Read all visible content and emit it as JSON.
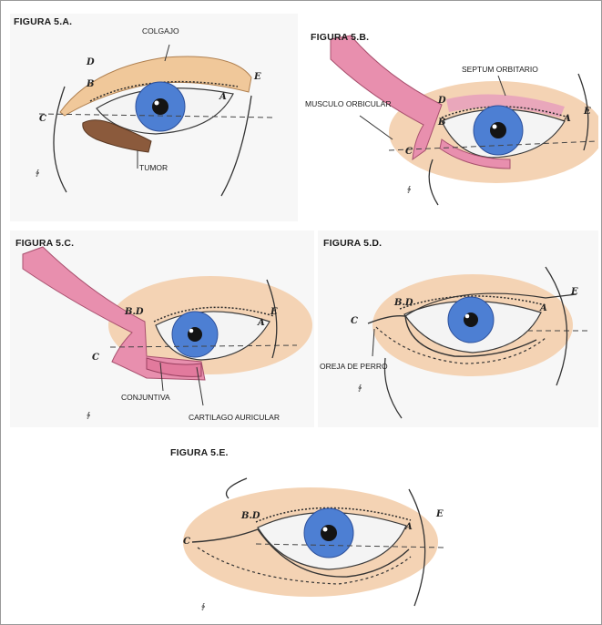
{
  "panels": {
    "a": {
      "title": "FIGURA 5.A.",
      "labels": {
        "flap": "COLGAJO",
        "tumor": "TUMOR"
      },
      "points": {
        "d": "D",
        "b": "B",
        "c": "C",
        "e": "E",
        "a": "A"
      }
    },
    "b": {
      "title": "FIGURA 5.B.",
      "labels": {
        "septum": "SEPTUM ORBITARIO",
        "muscle": "MUSCULO ORBICULAR"
      },
      "points": {
        "d": "D",
        "b": "B",
        "c": "C",
        "e": "E",
        "a": "A"
      }
    },
    "c": {
      "title": "FIGURA 5.C.",
      "labels": {
        "conjunctiva": "CONJUNTIVA",
        "cartilage": "CARTILAGO AURICULAR"
      },
      "points": {
        "bd": "B.D",
        "c": "C",
        "e": "E",
        "a": "A"
      }
    },
    "d": {
      "title": "FIGURA 5.D.",
      "labels": {
        "dogear": "OREJA DE PERRO"
      },
      "points": {
        "bd": "B.D",
        "c": "C",
        "e": "E",
        "a": "A"
      }
    },
    "e": {
      "title": "FIGURA 5.E.",
      "points": {
        "bd": "B.D",
        "c": "C",
        "e": "E",
        "a": "A"
      }
    }
  },
  "colors": {
    "skin": "#f4d3b4",
    "flap": "#f0c89a",
    "muscle": "#e88fae",
    "tumor": "#8b5a3c",
    "iris": "#4d7fd3",
    "outline": "#3a3a3a"
  }
}
